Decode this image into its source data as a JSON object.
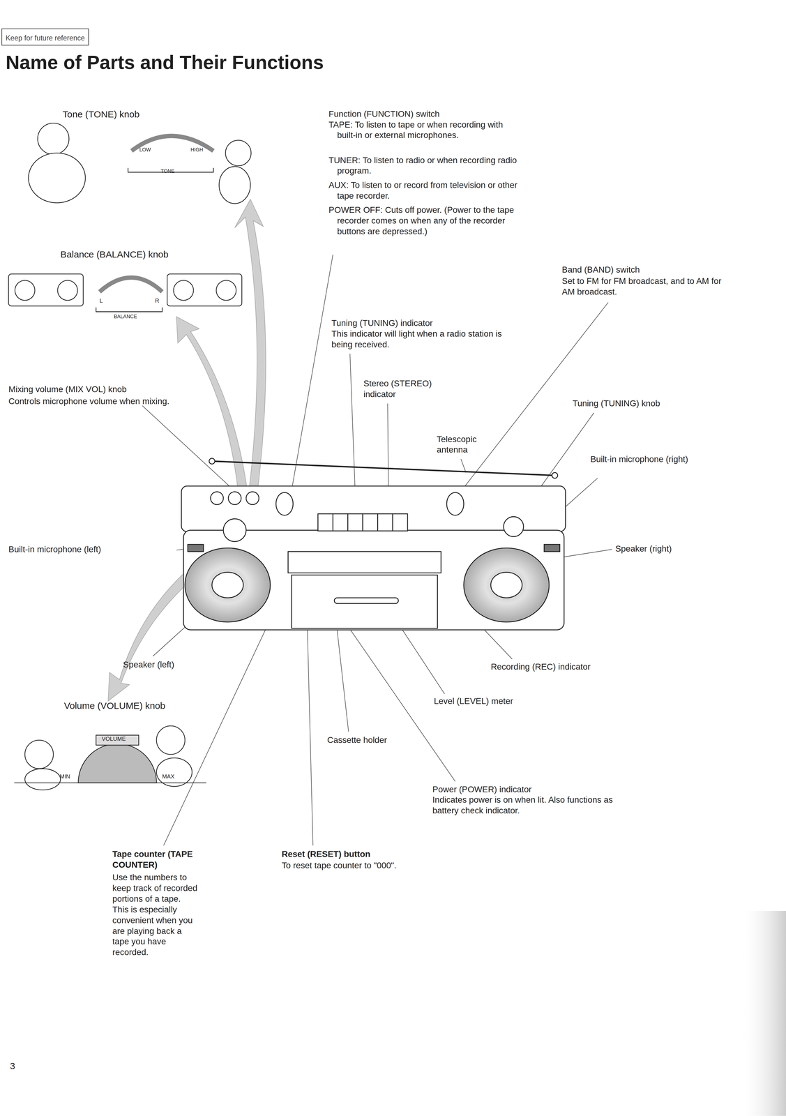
{
  "diagram": {
    "title": "Name of Parts and Their Functions",
    "nodes": [
      {
        "text": [
          "Keep for future reference"
        ]
      }
    ],
    "labels": [
      "Tone (TONE) knob",
      "LOW",
      "HIGH",
      "TONE",
      "Balance (BALANCE) knob",
      "L",
      "R",
      "BALANCE",
      "Function (FUNCTION) switch",
      "TAPE: To listen to tape or when recording with built-in or external microphones.",
      "TUNER: To listen to radio or when recording radio program.",
      "AUX: To listen to or record from television or other tape recorder.",
      "POWER OFF: Cuts off power. (Power to the tape recorder comes on when any of the recorder buttons are depressed.)",
      "Band (BAND) switch",
      "Set to FM for FM broadcast, and to AM for AM broadcast.",
      "Tuning (TUNING) indicator",
      "This indicator will light when a radio station is being received.",
      "Mixing volume (MIX VOL) knob",
      "Controls microphone volume when mixing.",
      "Stereo (STEREO) indicator",
      "Tuning (TUNING) knob",
      "Telescopic antenna",
      "Built-in microphone (right)",
      "Built-in microphone (left)",
      "Speaker (right)",
      "Speaker (left)",
      "Recording (REC) indicator",
      "Volume (VOLUME) knob",
      "VOLUME",
      "MIN",
      "MAX",
      "Level (LEVEL) meter",
      "Cassette holder",
      "Power (POWER) indicator",
      "Indicates power is on when lit. Also functions as battery check indicator.",
      "Tape counter (TAPE COUNTER)",
      "Use the numbers to keep track of recorded portions of a tape. This is especially convenient when you are playing back a tape you have recorded.",
      "Reset (RESET) button",
      "To reset tape counter to \"000\".",
      "3"
    ]
  }
}
